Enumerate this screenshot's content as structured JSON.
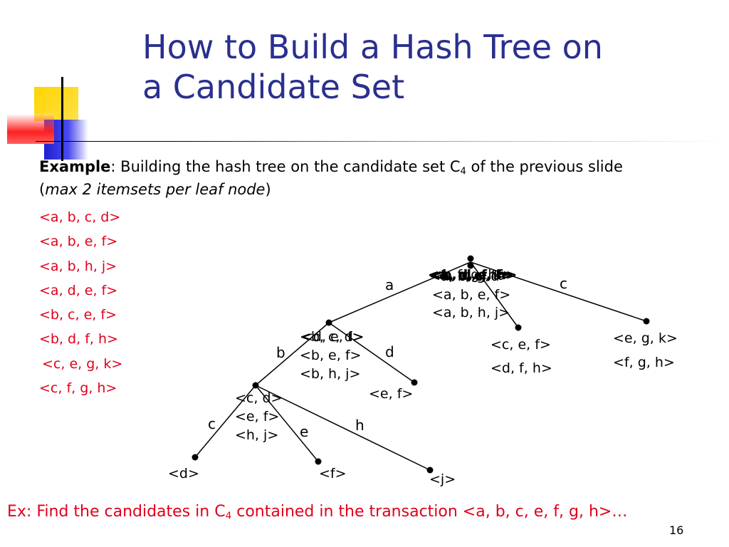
{
  "slide": {
    "title_line1": "How to Build a Hash Tree on",
    "title_line2": "a Candidate Set",
    "example_label": "Example",
    "example_text_before": ": Building the hash tree on the candidate set C",
    "example_sub": "4",
    "example_text_after": " of the previous slide",
    "paren_open": "(",
    "paren_italic": "max 2 itemsets per leaf node",
    "paren_close": ")",
    "candidates": [
      "<a, b, c, d>",
      "<a, b, e, f>",
      "<a, b, h, j>",
      "<a, d, e, f>",
      "<b, c, e, f>",
      "<b, d, f, h>",
      "<c, e, g, k>",
      "<c, f, g, h>"
    ],
    "bottom_text_before": "Ex: Find the candidates in C",
    "bottom_sub": "4",
    "bottom_text_after": " contained in the transaction <a, b, c, e, f, g, h>…",
    "page_number": "16"
  },
  "tree": {
    "edge_labels": {
      "root_a": "a",
      "root_c": "c",
      "a_b": "b",
      "a_d": "d",
      "ab_c": "c",
      "ab_e": "e",
      "ab_h": "h"
    },
    "root_labels": [
      "<a, b, c, d>",
      "<a, b, e, f>",
      "<a, b, h, j>"
    ],
    "root_overlap_labels": [
      "<a, d, e, f>",
      "<b, c, e, f>",
      "<b, d, f, h>",
      "<c, e, g, k>",
      "<c, f, g, h>"
    ],
    "node_a_labels": [
      "<b, c, d>",
      "<b, e, f>",
      "<b, h, j>"
    ],
    "node_a_overlap_labels": [
      "<d, e, f>"
    ],
    "node_ab_labels": [
      "<c, d>",
      "<e, f>",
      "<h, j>"
    ],
    "leaf_b_labels": [
      "<c, e, f>",
      "<d, f, h>"
    ],
    "leaf_c_labels": [
      "<e, g, k>",
      "<f, g, h>"
    ],
    "leaf_ad_label": "<e, f>",
    "leaf_abc_label": "<d>",
    "leaf_abe_label": "<f>",
    "leaf_abh_label": "<j>"
  },
  "colors": {
    "title": "#2a2f8f",
    "candidates": "#e0001b",
    "deco_yellow": "#ffd400",
    "deco_blue": "#2b2bd8",
    "deco_red": "#ff2020"
  }
}
